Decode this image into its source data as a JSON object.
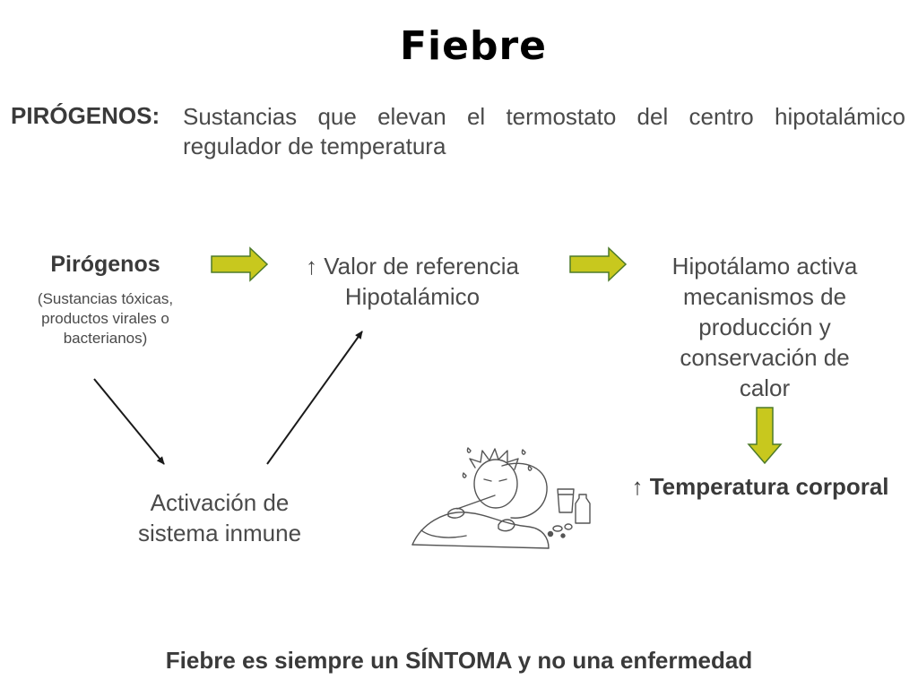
{
  "title": "Fiebre",
  "definition": {
    "term": "PIRÓGENOS:",
    "text": "Sustancias que elevan el termostato del centro hipotalámico regulador de temperatura"
  },
  "nodes": {
    "pirogenos_title": "Pirógenos",
    "pirogenos_subtitle_lines": [
      "(Sustancias tóxicas,",
      "productos virales o",
      "bacterianos)"
    ],
    "valor_lines": [
      "↑ Valor de referencia",
      "Hipotalámico"
    ],
    "hipotalamo_lines": [
      "Hipotálamo activa",
      "mecanismos de",
      "producción y",
      "conservación de",
      "calor"
    ],
    "temperatura": "↑ Temperatura corporal",
    "inmune_lines": [
      "Activación de",
      "sistema inmune"
    ]
  },
  "footer": "Fiebre es siempre un SÍNTOMA y no una enfermedad",
  "colors": {
    "arrow_fill": "#c8c81e",
    "arrow_stroke": "#4d7a2a",
    "text": "#3a3a3a"
  }
}
